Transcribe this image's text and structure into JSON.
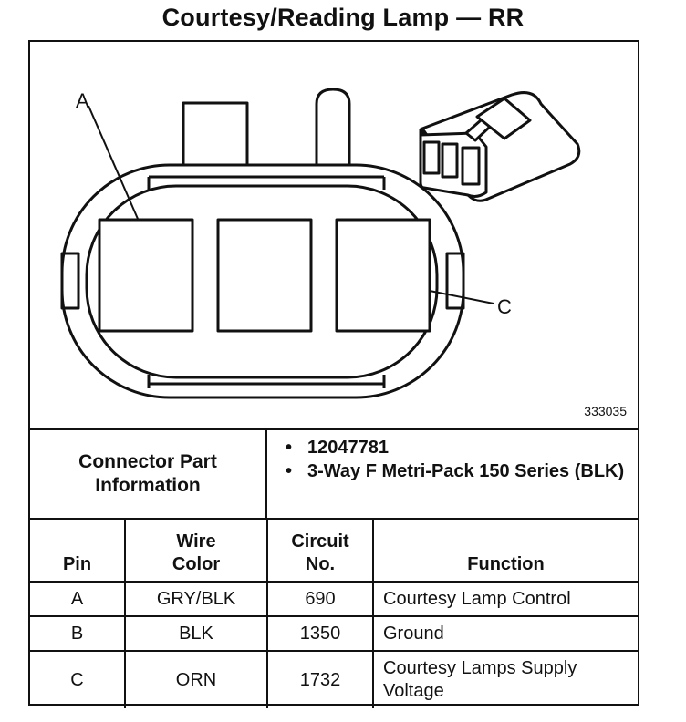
{
  "title": "Courtesy/Reading Lamp — RR",
  "figure": {
    "id": "333035",
    "callouts": {
      "a": "A",
      "c": "C"
    }
  },
  "connector_info": {
    "label": "Connector Part Information",
    "items": [
      "12047781",
      "3-Way F Metri-Pack 150 Series (BLK)"
    ],
    "bullet": "•"
  },
  "table": {
    "headers": {
      "pin": "Pin",
      "wire_color": "Wire Color",
      "circuit": "Circuit No.",
      "function": "Function"
    },
    "rows": [
      {
        "pin": "A",
        "wire_color": "GRY/BLK",
        "circuit": "690",
        "function": "Courtesy Lamp Control"
      },
      {
        "pin": "B",
        "wire_color": "BLK",
        "circuit": "1350",
        "function": "Ground"
      },
      {
        "pin": "C",
        "wire_color": "ORN",
        "circuit": "1732",
        "function": "Courtesy Lamps Supply Voltage"
      }
    ]
  }
}
